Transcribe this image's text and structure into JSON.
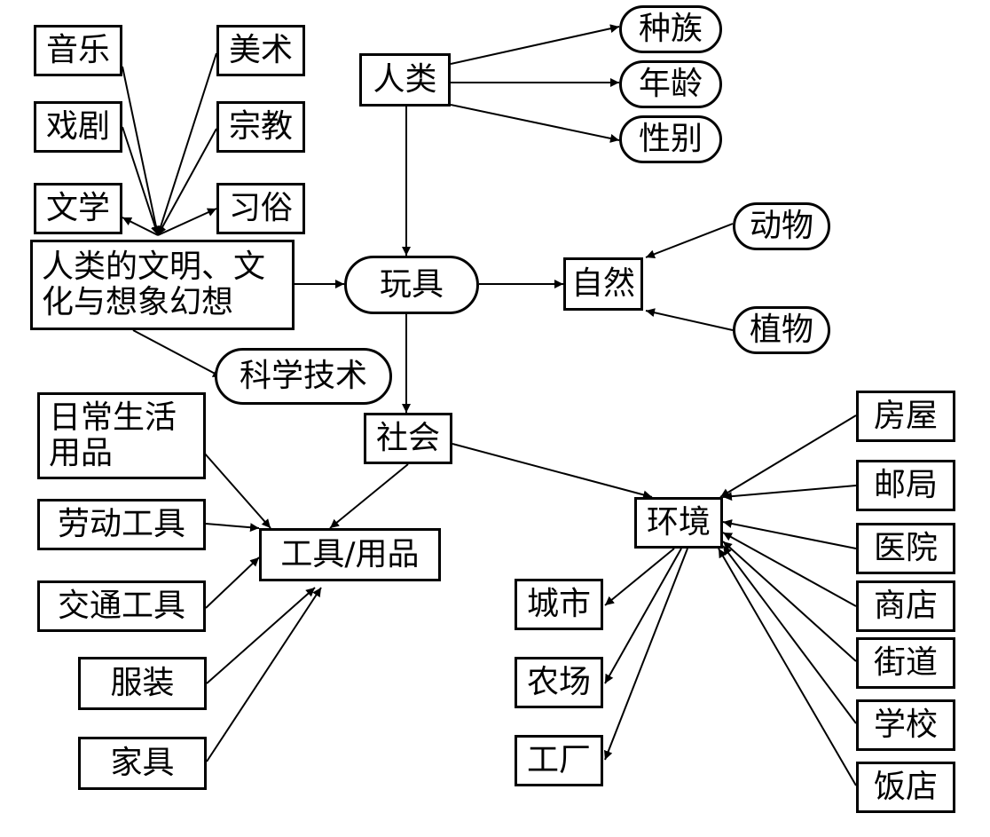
{
  "nodes": {
    "yinyue": "音乐",
    "meishu": "美术",
    "xiju": "戏剧",
    "zongjiao": "宗教",
    "wenxue": "文学",
    "xisu": "习俗",
    "wenming": "人类的文明、文化与想象幻想",
    "renlei": "人类",
    "zhongzu": "种族",
    "nianling": "年龄",
    "xingbie": "性别",
    "wanju": "玩具",
    "ziran": "自然",
    "dongwu": "动物",
    "zhiwu": "植物",
    "kexue": "科学技术",
    "shehui": "社会",
    "richang": "日常生活用品",
    "laodong": "劳动工具",
    "jiaotong": "交通工具",
    "gongju": "工具/用品",
    "fuzhuang": "服装",
    "jiaju": "家具",
    "huanjing": "环境",
    "chengshi": "城市",
    "nongchang": "农场",
    "gongchang": "工厂",
    "fangwu": "房屋",
    "youju": "邮局",
    "yiyuan": "医院",
    "shangdian": "商店",
    "jiedao": "街道",
    "xuexiao": "学校",
    "fandian": "饭店"
  }
}
